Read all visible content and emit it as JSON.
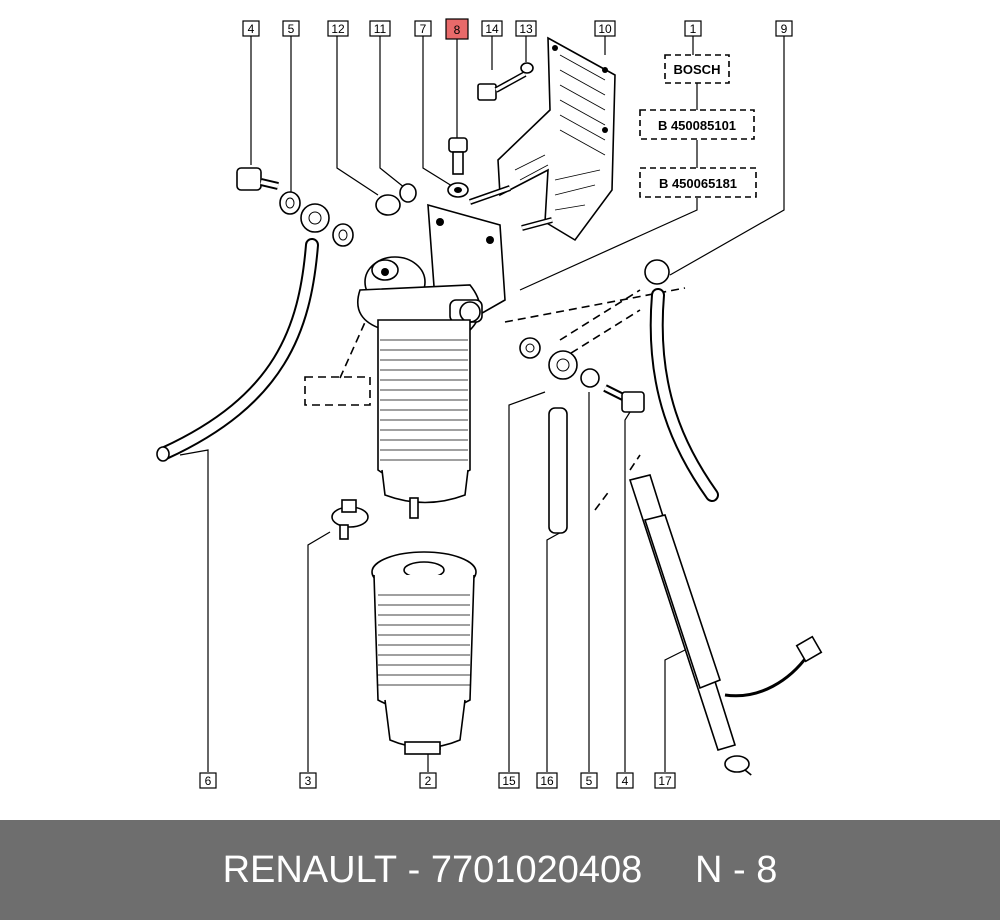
{
  "callouts": {
    "c4a": "4",
    "c5a": "5",
    "c12": "12",
    "c11": "11",
    "c7": "7",
    "c8": "8",
    "c14": "14",
    "c13": "13",
    "c10": "10",
    "c1": "1",
    "c9": "9",
    "c6": "6",
    "c3": "3",
    "c2": "2",
    "c15": "15",
    "c16": "16",
    "c5b": "5",
    "c4b": "4",
    "c17": "17"
  },
  "highlight": {
    "number": "8",
    "color": "#e86a6a"
  },
  "ref_labels": {
    "brand": "BOSCH",
    "ref1": "B 450085101",
    "ref2": "B 450065181"
  },
  "footer": {
    "brand": "RENAULT",
    "separator": " - ",
    "part_number": "7701020408",
    "position_label": "N - 8",
    "background": "#6e6e6e",
    "text_color": "#ffffff"
  }
}
